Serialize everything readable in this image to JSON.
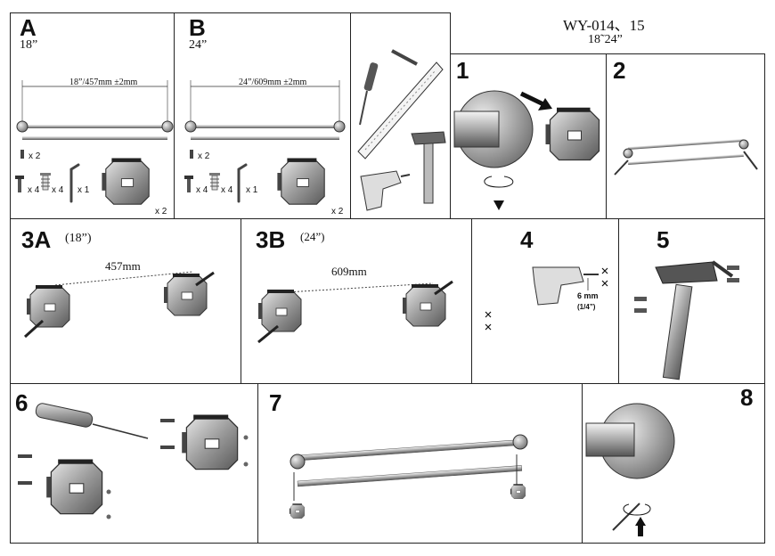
{
  "header": {
    "model": "WY-014、15",
    "range": "18˜24”"
  },
  "panelA": {
    "letter": "A",
    "size": "18”",
    "dimension": "18”/457mm ±2mm",
    "qty_anchor_small": "x 2",
    "qty_screw": "x 4",
    "qty_anchor": "x 4",
    "qty_key": "x 1",
    "qty_bracket": "x 2"
  },
  "panelB": {
    "letter": "B",
    "size": "24”",
    "dimension": "24”/609mm ±2mm",
    "qty_anchor_small": "x 2",
    "qty_screw": "x 4",
    "qty_anchor": "x 4",
    "qty_key": "x 1",
    "qty_bracket": "x 2"
  },
  "steps": {
    "s1": "1",
    "s2": "2",
    "s3a": "3A",
    "s3a_size": "(18”)",
    "s3a_dist": "457mm",
    "s3b": "3B",
    "s3b_size": "(24”)",
    "s3b_dist": "609mm",
    "s4": "4",
    "s4_drill": "6 mm",
    "s4_inch": "(1/4”)",
    "s5": "5",
    "s6": "6",
    "s7": "7",
    "s8": "8"
  }
}
